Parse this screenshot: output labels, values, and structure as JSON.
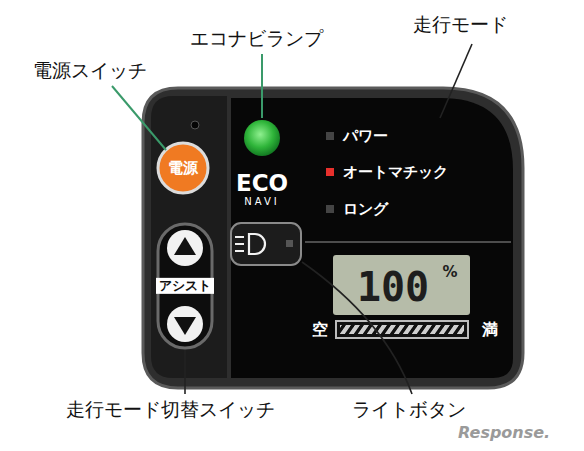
{
  "diagram": {
    "nodes": [
      {
        "text": [
          "ECO",
          "NAVI",
          "パワー",
          "オートマチック",
          "ロング",
          "空",
          "満"
        ]
      },
      {
        "text": [
          "電源"
        ],
        "in": 0
      },
      {
        "text": [
          "アシスト"
        ],
        "in": 0
      },
      {
        "text": [
          "100",
          "%"
        ],
        "in": 0
      }
    ],
    "labels": [
      "エコナビランプ",
      "電源スイッチ",
      "走行モード",
      "走行モード切替スイッチ",
      "ライトボタン",
      "Response."
    ]
  }
}
